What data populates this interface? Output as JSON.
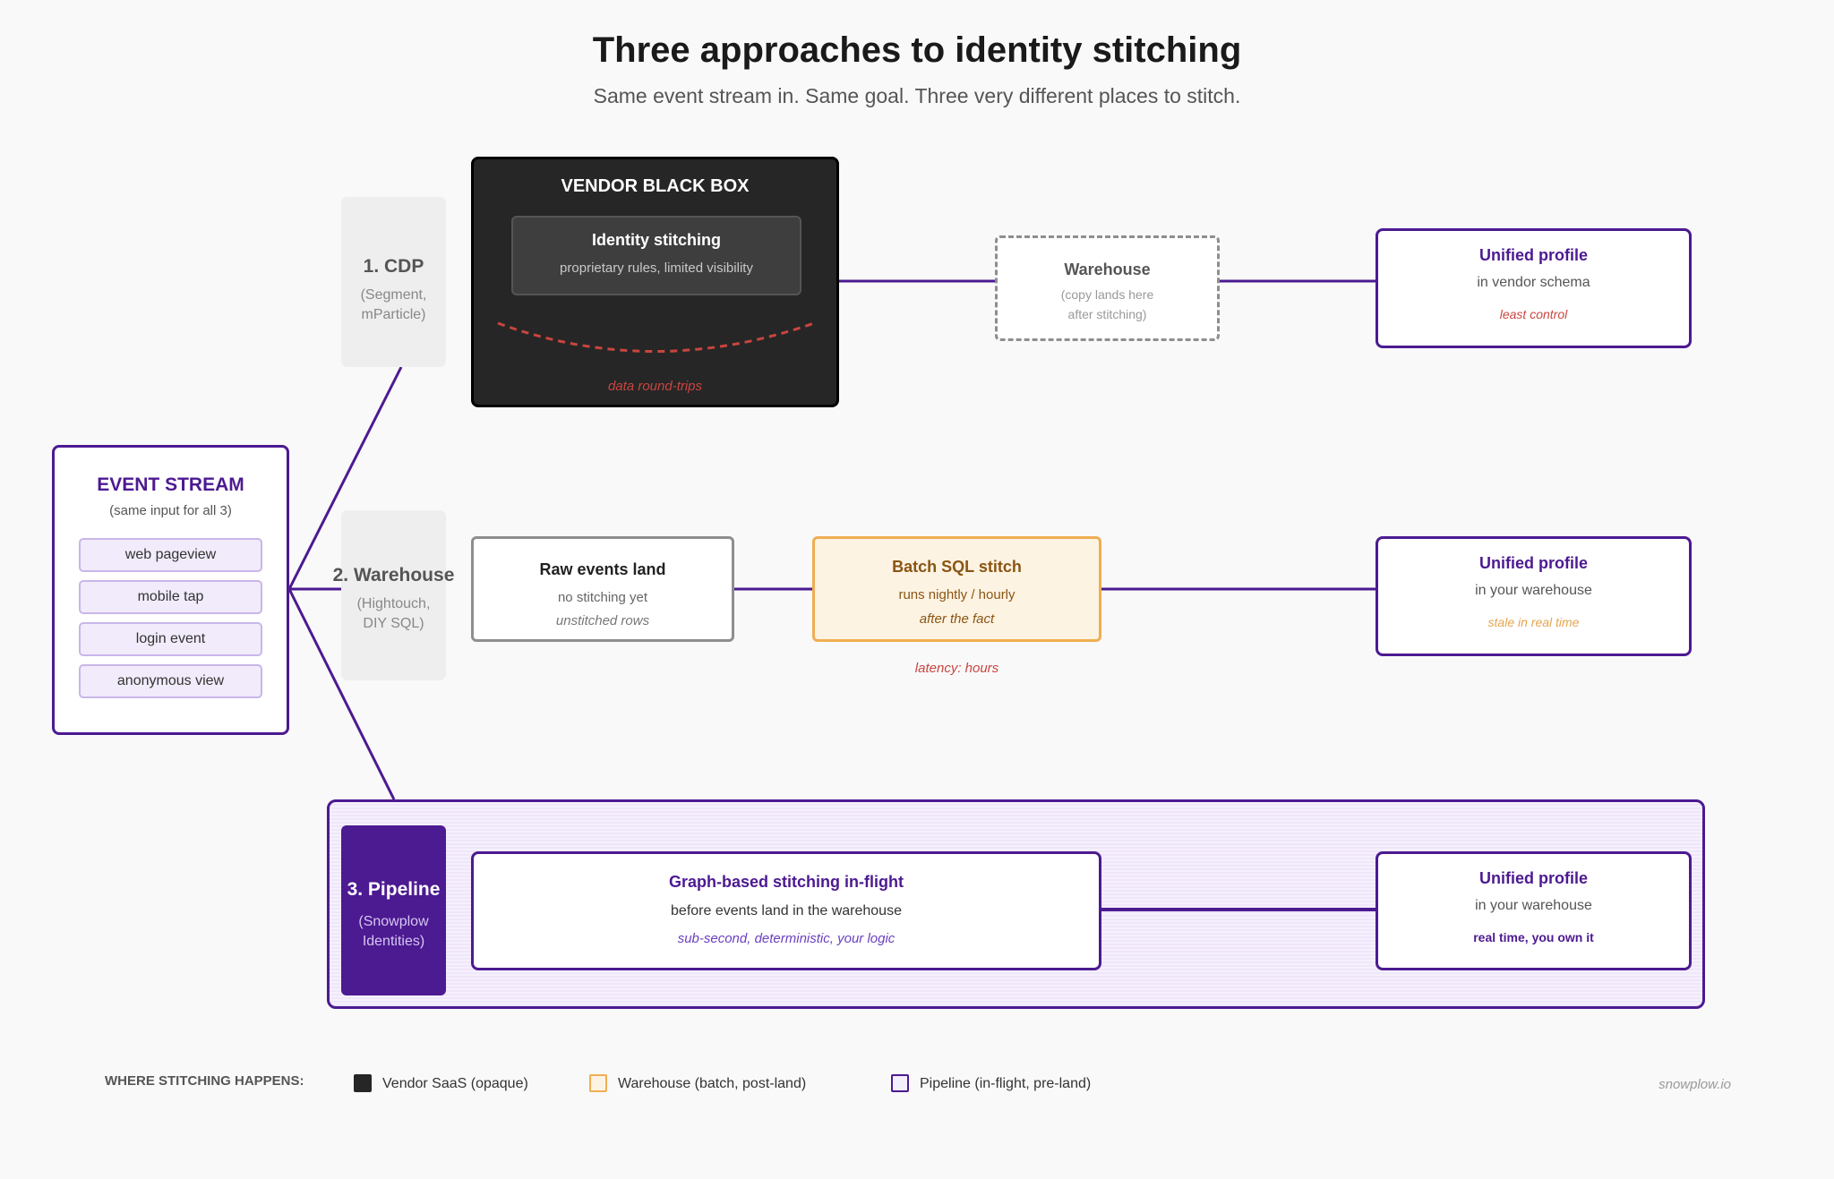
{
  "header": {
    "title": "Three approaches to identity stitching",
    "subtitle": "Same event stream in. Same goal. Three very different places to stitch."
  },
  "event_stream": {
    "title": "EVENT STREAM",
    "subtitle": "(same input for all 3)",
    "events": [
      "web pageview",
      "mobile tap",
      "login event",
      "anonymous view"
    ]
  },
  "approaches": {
    "cdp": {
      "label": "1. CDP",
      "examples_line1": "(Segment,",
      "examples_line2": "mParticle)",
      "vendor_box": {
        "title": "VENDOR BLACK BOX",
        "inner_title": "Identity stitching",
        "inner_subtitle": "proprietary rules, limited visibility",
        "note": "data round-trips"
      },
      "warehouse": {
        "title": "Warehouse",
        "subtitle_line1": "(copy lands here",
        "subtitle_line2": "after stitching)"
      },
      "profile": {
        "title": "Unified profile",
        "subtitle": "in vendor schema",
        "note": "least control"
      }
    },
    "warehouse": {
      "label": "2. Warehouse",
      "examples_line1": "(Hightouch,",
      "examples_line2": "DIY SQL)",
      "raw": {
        "title": "Raw events land",
        "subtitle": "no stitching yet",
        "note": "unstitched rows"
      },
      "batch": {
        "title": "Batch SQL stitch",
        "subtitle": "runs nightly / hourly",
        "note": "after the fact",
        "latency": "latency: hours"
      },
      "profile": {
        "title": "Unified profile",
        "subtitle": "in your warehouse",
        "note": "stale in real time"
      }
    },
    "pipeline": {
      "label": "3. Pipeline",
      "examples_line1": "(Snowplow",
      "examples_line2": "Identities)",
      "graph": {
        "title": "Graph-based stitching in-flight",
        "subtitle": "before events land in the warehouse",
        "note": "sub-second, deterministic, your logic"
      },
      "profile": {
        "title": "Unified profile",
        "subtitle": "in your warehouse",
        "note": "real time, you own it"
      }
    }
  },
  "legend": {
    "label": "WHERE STITCHING HAPPENS:",
    "items": [
      {
        "label": "Vendor SaaS (opaque)",
        "swatch_fill": "#262626",
        "swatch_border": "#262626"
      },
      {
        "label": "Warehouse (batch, post-land)",
        "swatch_fill": "#fdf3e3",
        "swatch_border": "#efae52"
      },
      {
        "label": "Pipeline (in-flight, pre-land)",
        "swatch_fill": "#f4edfc",
        "swatch_border": "#4c1a91"
      }
    ]
  },
  "credit": "snowplow.io",
  "colors": {
    "accent": "#4c1a91",
    "warning": "#c9453f",
    "batch": "#efae52",
    "vendor": "#262626"
  }
}
